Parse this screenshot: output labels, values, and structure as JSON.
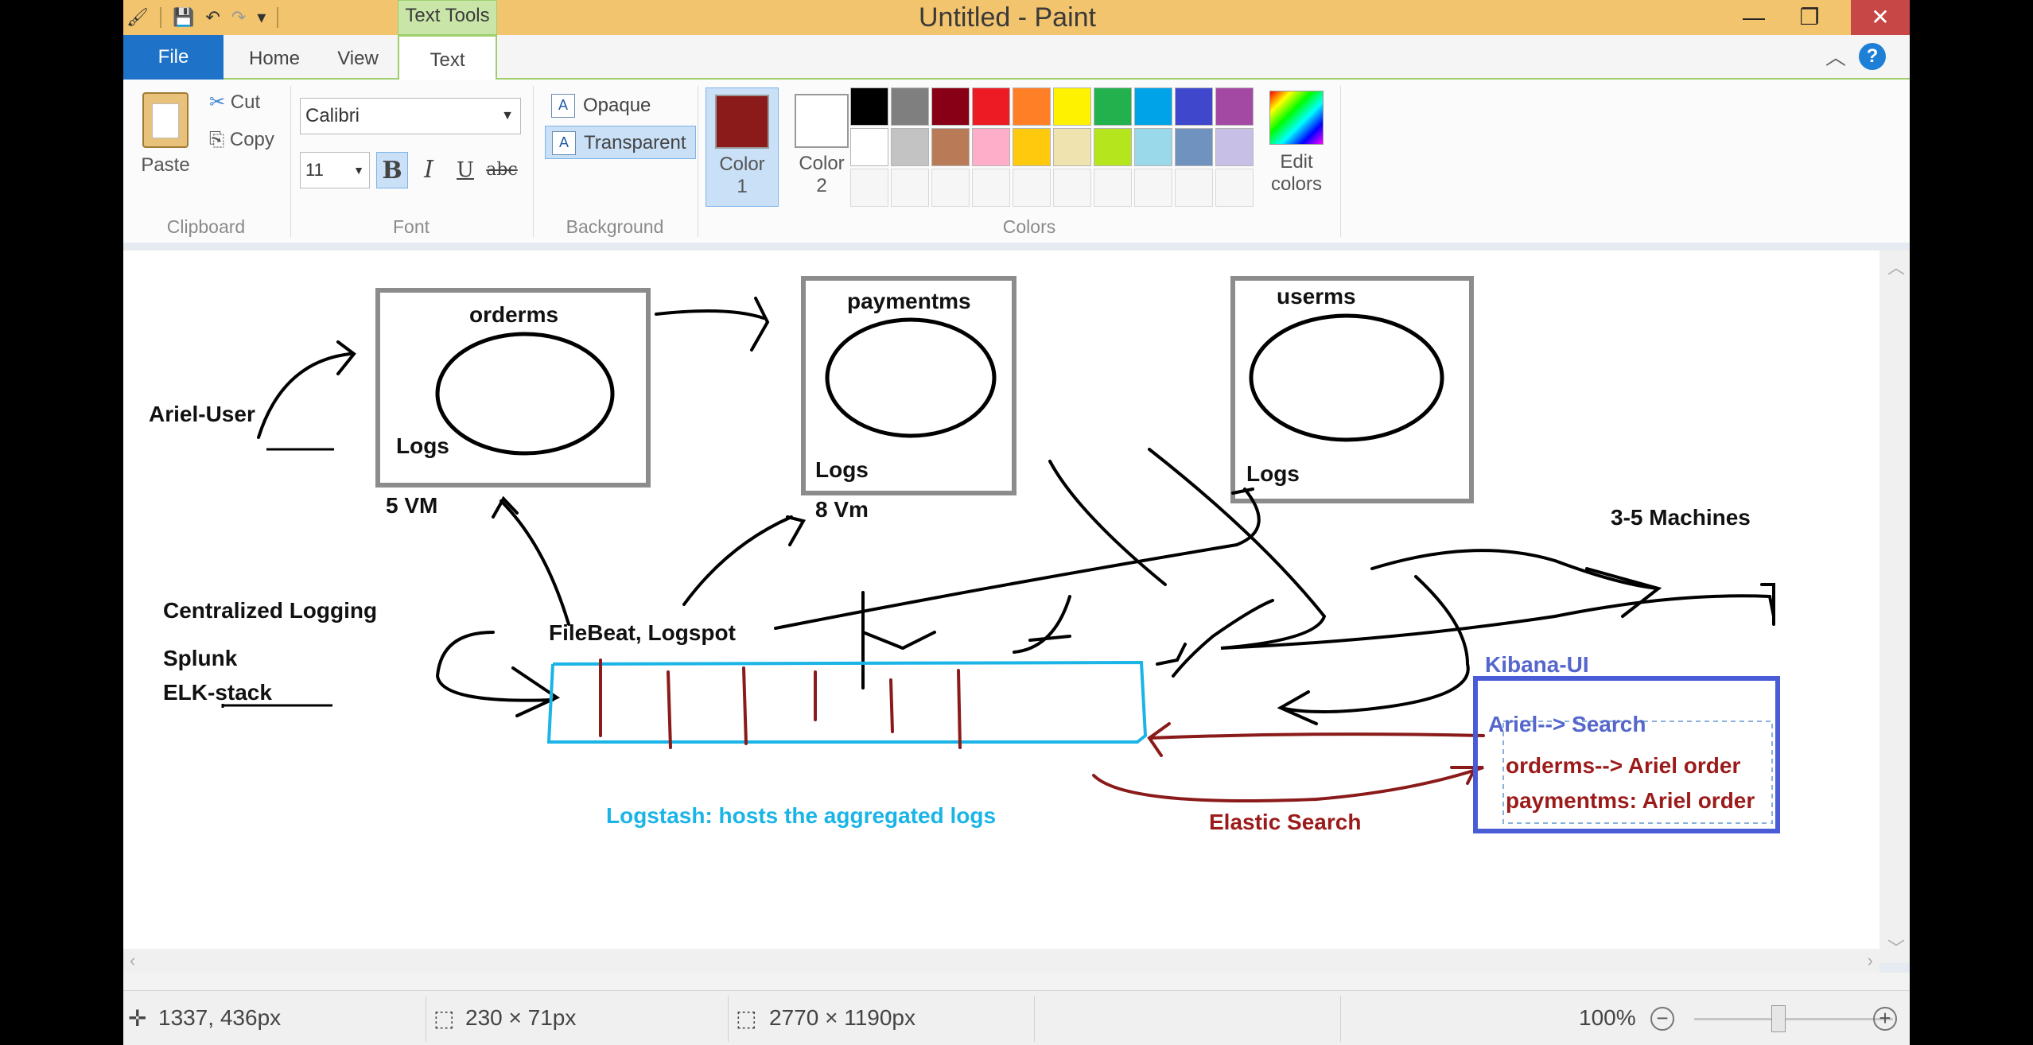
{
  "window": {
    "title": "Untitled - Paint",
    "context_tab": "Text Tools"
  },
  "tabs": [
    "File",
    "Home",
    "View",
    "Text"
  ],
  "clipboard": {
    "paste": "Paste",
    "cut": "Cut",
    "copy": "Copy",
    "group": "Clipboard"
  },
  "font": {
    "family": "Calibri",
    "size": "11",
    "bold": "B",
    "italic": "I",
    "underline": "U",
    "strike": "abc",
    "group": "Font"
  },
  "background": {
    "opaque": "Opaque",
    "transparent": "Transparent",
    "group": "Background"
  },
  "colors": {
    "color1": "Color",
    "color1_num": "1",
    "color2": "Color",
    "color2_num": "2",
    "color1_value": "#8b1a1a",
    "color2_value": "#ffffff",
    "edit": "Edit",
    "edit2": "colors",
    "group": "Colors",
    "palette": [
      "#000000",
      "#7f7f7f",
      "#880015",
      "#ed1c24",
      "#ff7f27",
      "#fff200",
      "#22b14c",
      "#00a2e8",
      "#3f48cc",
      "#a349a4",
      "#ffffff",
      "#c3c3c3",
      "#b97a57",
      "#ffaec9",
      "#ffc90e",
      "#efe4b0",
      "#b5e61d",
      "#99d9ea",
      "#7092be",
      "#c8bfe7"
    ]
  },
  "drawing": {
    "orderms": "orderms",
    "paymentms": "paymentms",
    "userms": "userms",
    "logs1": "Logs",
    "logs2": "Logs",
    "logs3": "Logs",
    "ariel_user": "Ariel-User",
    "vm5": "5 VM",
    "vm8": "8 Vm",
    "machines": "3-5 Machines",
    "centralized": "Centralized Logging",
    "splunk": "Splunk",
    "elk": "ELK-stack",
    "filebeat": "FileBeat, Logspot",
    "logstash": "Logstash: hosts the aggregated logs",
    "kibana": "Kibana-UI",
    "ariel_search": "Ariel--> Search",
    "orderms_line": "orderms--> Ariel order",
    "paymentms_line": "paymentms: Ariel order",
    "elastic": "Elastic Search"
  },
  "status": {
    "cursor": "1337, 436px",
    "selection": "230 × 71px",
    "canvas_size": "2770 × 1190px",
    "zoom": "100%"
  }
}
